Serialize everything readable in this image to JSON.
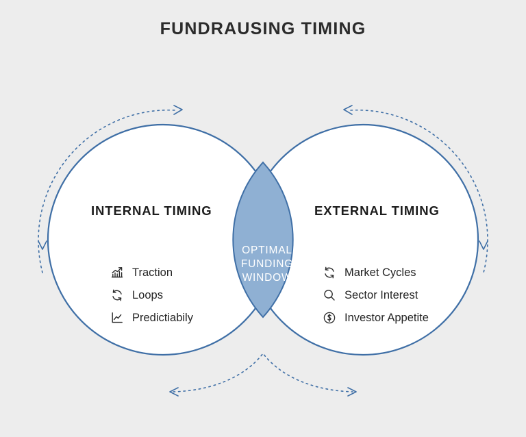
{
  "page": {
    "title": "FUNDRAUSING TIMING",
    "background_color": "#ededed"
  },
  "colors": {
    "circle_stroke": "#3f6fa6",
    "circle_fill": "#ffffff",
    "intersection_fill": "#8fb0d3",
    "title_text": "#2b2b2b",
    "body_text": "#242424",
    "center_text": "#ffffff"
  },
  "venn": {
    "left_circle": {
      "heading": "INTERNAL TIMING",
      "items": [
        {
          "label": "Traction",
          "icon": "bar-chart-growth-icon"
        },
        {
          "label": "Loops",
          "icon": "refresh-cycle-icon"
        },
        {
          "label": "Predictiabily",
          "icon": "line-chart-icon"
        }
      ]
    },
    "right_circle": {
      "heading": "EXTERNAL TIMING",
      "items": [
        {
          "label": "Market Cycles",
          "icon": "refresh-cycle-icon"
        },
        {
          "label": "Sector Interest",
          "icon": "search-magnifier-icon"
        },
        {
          "label": "Investor Appetite",
          "icon": "dollar-circle-icon"
        }
      ]
    },
    "intersection": {
      "lines": [
        "OPTIMAL",
        "FUNDING",
        "WINDOW"
      ]
    },
    "annotations": [
      {
        "name": "left-outer-arc",
        "icon": "dotted-arrow-arc"
      },
      {
        "name": "right-outer-arc",
        "icon": "dotted-arrow-arc"
      },
      {
        "name": "bottom-arc",
        "icon": "dotted-arrow-arc"
      }
    ]
  }
}
